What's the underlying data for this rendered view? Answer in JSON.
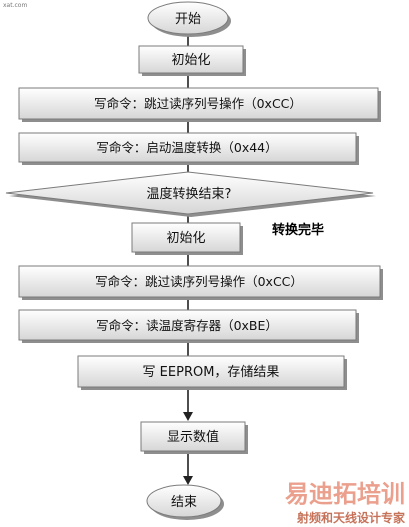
{
  "watermark_top": "xat.com",
  "watermark_brand": "易迪拓培训",
  "watermark_sub": "射频和天线设计专家",
  "nodes": {
    "start": "开始",
    "init1": "初始化",
    "skip_rom1": "写命令：跳过读序列号操作（0xCC）",
    "convert": "写命令：启动温度转换（0x44）",
    "decision": "温度转换结束?",
    "decision_yes": "转换完毕",
    "init2": "初始化",
    "skip_rom2": "写命令：跳过读序列号操作（0xCC）",
    "read_scratch": "写命令：读温度寄存器（0xBE）",
    "eeprom": "写 EEPROM，存储结果",
    "display": "显示数值",
    "end": "结束"
  },
  "colors": {
    "box_light": "#ffffff",
    "box_dark": "#d9d9d9",
    "shadow": "#8e8e8e",
    "line": "#222222"
  }
}
